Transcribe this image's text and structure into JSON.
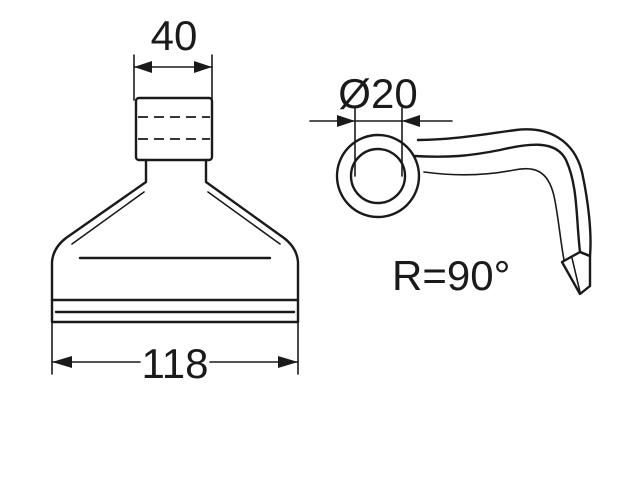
{
  "drawing": {
    "front_view": {
      "top_width_label": "40",
      "bottom_width_label": "118"
    },
    "side_view": {
      "bore_label": "Ø20",
      "radius_label": "R=90°"
    },
    "line_color": "#1a1a1a",
    "background_color": "#ffffff"
  }
}
